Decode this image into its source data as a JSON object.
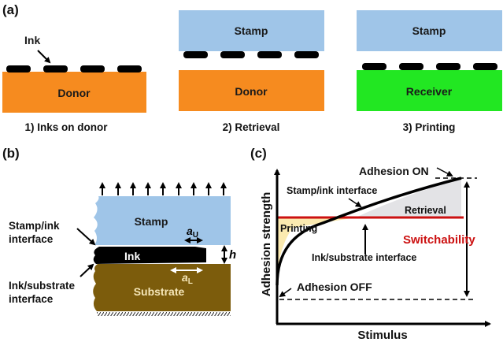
{
  "panel_a": {
    "label": "(a)",
    "step1": {
      "caption": "1) Inks on donor",
      "substrate": "Donor",
      "ink_label": "Ink"
    },
    "step2": {
      "caption": "2) Retrieval",
      "stamp": "Stamp",
      "substrate": "Donor"
    },
    "step3": {
      "caption": "3) Printing",
      "stamp": "Stamp",
      "substrate": "Receiver"
    }
  },
  "panel_b": {
    "label": "(b)",
    "stamp": "Stamp",
    "ink": "Ink",
    "substrate": "Substrate",
    "stamp_ink_interface": [
      "Stamp/ink",
      "interface"
    ],
    "ink_substrate_interface": [
      "Ink/substrate",
      "interface"
    ],
    "a_u": {
      "main": "a",
      "sub": "U"
    },
    "a_l": {
      "main": "a",
      "sub": "L"
    },
    "h": "h"
  },
  "panel_c": {
    "label": "(c)",
    "ylabel": "Adhesion strength",
    "xlabel": "Stimulus",
    "adhesion_on": "Adhesion ON",
    "adhesion_off": "Adhesion OFF",
    "stamp_ink_interface": "Stamp/ink interface",
    "ink_substrate_interface": "Ink/substrate interface",
    "printing": "Printing",
    "retrieval": "Retrieval",
    "switchability": "Switchability"
  },
  "colors": {
    "stamp": "#9fc5e8",
    "donor": "#f68b1f",
    "receiver": "#22e722",
    "substrate": "#7c5c0c",
    "ink": "#000000",
    "red_line": "#cc1111",
    "printing_fill": "#fbeab0",
    "retrieval_fill": "#e3e3e6"
  }
}
